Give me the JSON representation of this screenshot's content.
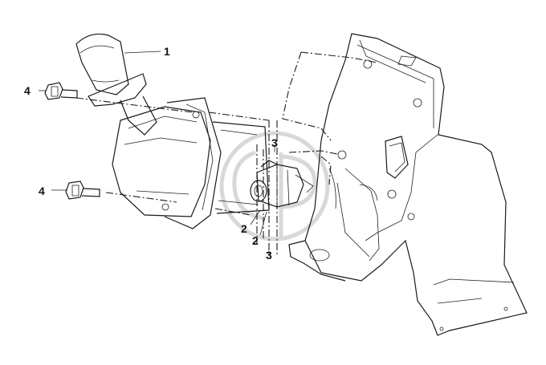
{
  "diagram": {
    "callouts": [
      {
        "id": "c1",
        "label": "1"
      },
      {
        "id": "c2a",
        "label": "2"
      },
      {
        "id": "c2b",
        "label": "2"
      },
      {
        "id": "c3a",
        "label": "3"
      },
      {
        "id": "c3b",
        "label": "3"
      },
      {
        "id": "c4a",
        "label": "4"
      },
      {
        "id": "c4b",
        "label": "4"
      }
    ]
  }
}
